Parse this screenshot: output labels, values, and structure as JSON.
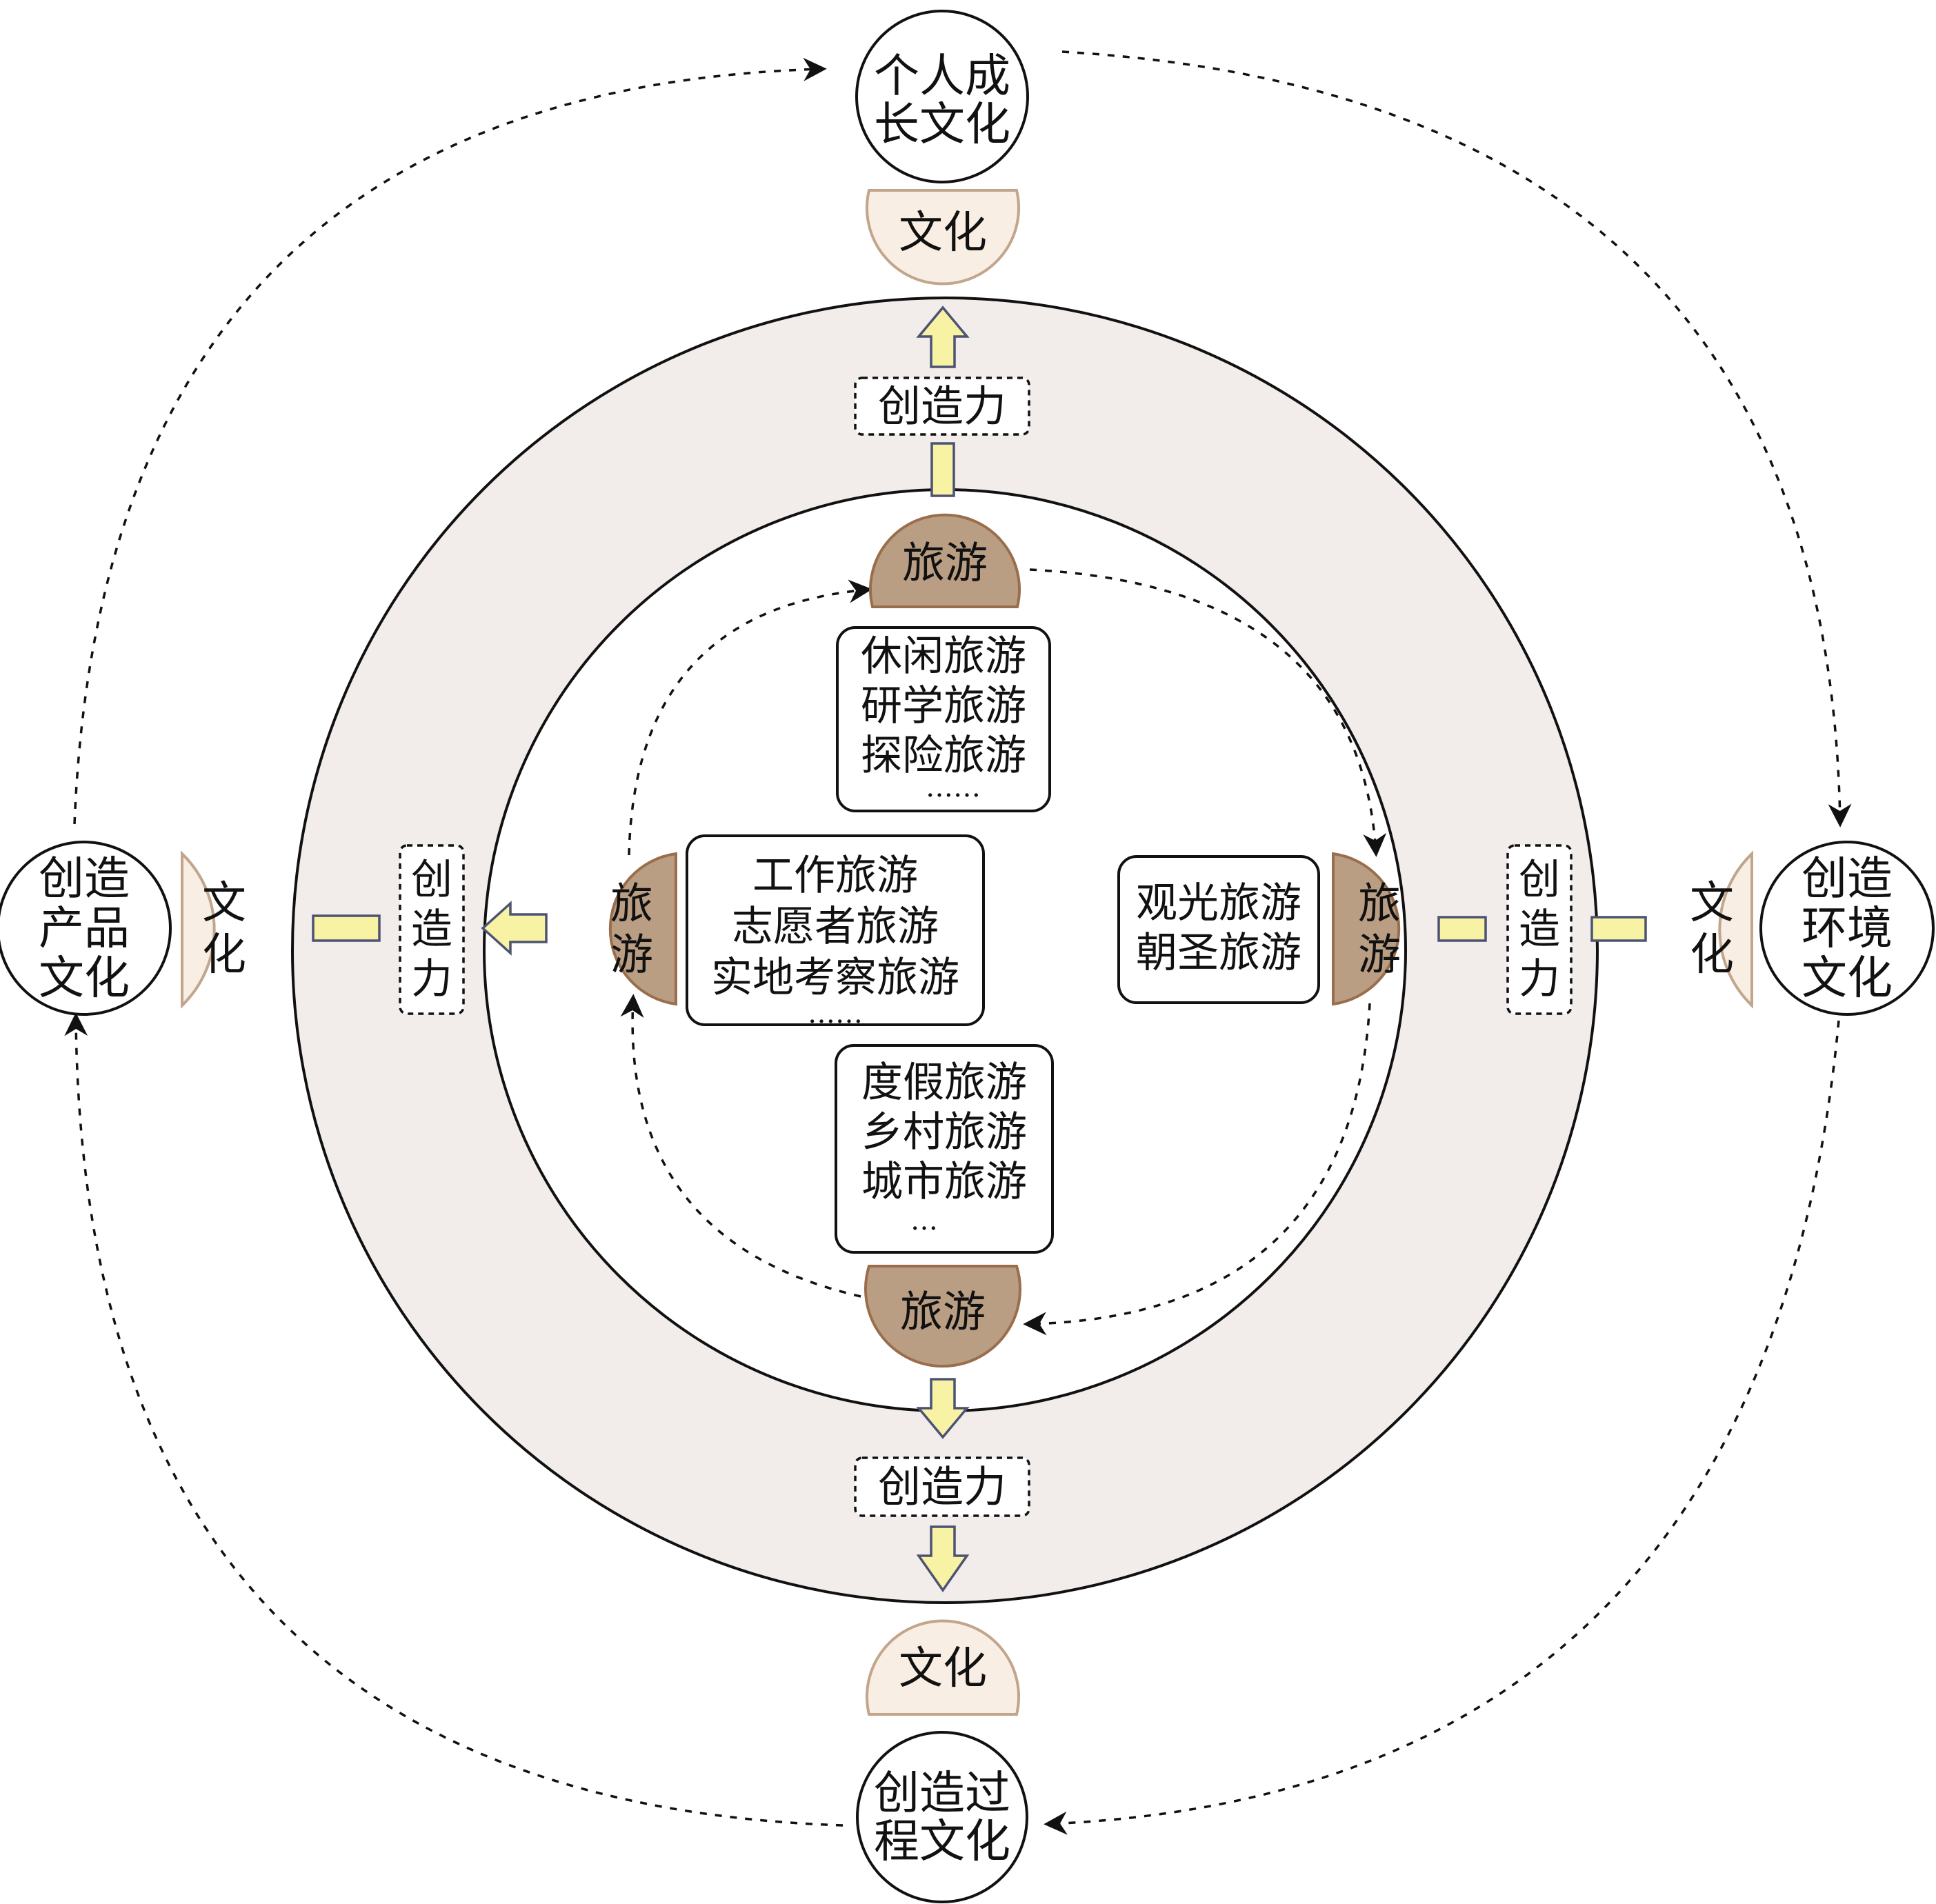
{
  "colors": {
    "ring_fill": "#f2ecea",
    "culture_fill": "#f9eee3",
    "culture_stroke": "#c1a58c",
    "tourism_fill": "#b99e84",
    "tourism_stroke": "#9a6e4c",
    "arrow_fill": "#f7f2a4",
    "arrow_stroke": "#4c5372"
  },
  "outer_nodes": {
    "top": {
      "lines": [
        "个人成",
        "长文化"
      ]
    },
    "left": {
      "lines": [
        "创造",
        "产品",
        "文化"
      ]
    },
    "right": {
      "lines": [
        "创造",
        "环境",
        "文化"
      ]
    },
    "bottom": {
      "lines": [
        "创造过",
        "程文化"
      ]
    }
  },
  "culture_label": "文化",
  "culture_label_vertical": [
    "文",
    "化"
  ],
  "tourism_label": "旅游",
  "tourism_label_vertical": [
    "旅",
    "游"
  ],
  "creativity_label": "创造力",
  "creativity_label_vertical": [
    "创",
    "造",
    "力"
  ],
  "boxes": {
    "top": {
      "lines": [
        "休闲旅游",
        "研学旅游",
        "探险旅游",
        "……"
      ]
    },
    "left": {
      "lines": [
        "工作旅游",
        "志愿者旅游",
        "实地考察旅游",
        "……"
      ]
    },
    "right": {
      "lines": [
        "观光旅游",
        "朝圣旅游"
      ]
    },
    "bottom": {
      "lines": [
        "度假旅游",
        "乡村旅游",
        "城市旅游",
        "…"
      ]
    }
  }
}
